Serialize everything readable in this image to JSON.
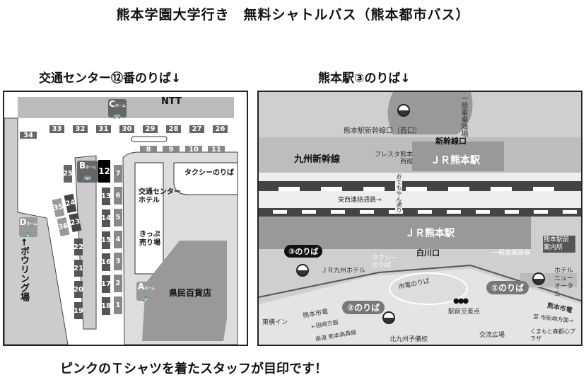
{
  "title": "熊本学園大学行き　無料シャトルバス（熊本都市バス）",
  "left_heading": "交通センター⑫番のりば↓",
  "right_heading": "熊本駅③のりば↓",
  "footer": "ピンクのＴシャツを着たスタッフが目印です！",
  "left_map": {
    "ntt": "NTT",
    "homes": {
      "a": "A",
      "b": "B",
      "c": "C",
      "d": "D",
      "suffix": "ホーム"
    },
    "stalls_top": [
      "33",
      "32",
      "31",
      "30",
      "29",
      "28",
      "27",
      "26"
    ],
    "stall_34": "34",
    "stalls_row2": [
      "8",
      "9",
      "10",
      "11"
    ],
    "stall_12": "12",
    "stall_25": "25",
    "col_right": [
      "7",
      "6",
      "5",
      "4",
      "3",
      "2",
      "1"
    ],
    "col_mid": [
      "13",
      "14",
      "15",
      "16",
      "17",
      "18"
    ],
    "col_left": [
      "22",
      "21",
      "20",
      "19"
    ],
    "diag": [
      "24",
      "23",
      "35",
      "36"
    ],
    "taxi": "タクシーのりば",
    "hotel": "交通センターホテル",
    "ticket": "きっぷ売り場",
    "bowling": "←ボウリング場",
    "dept_store": "県民百貨店",
    "highlight_color": "#000000"
  },
  "right_map": {
    "shinkansen_exit_west": "熊本駅新幹線口（西口）",
    "ippan_top": "一般車乗降場",
    "shinkansen_exit": "新幹線口",
    "kyushu_shinkansen": "九州新幹線",
    "fresta": "フレスタ熊本西館",
    "jr_station": "ＪＲ熊本駅",
    "otemoyan": "おてもやん通り",
    "tozai": "東西連絡通路→",
    "jr_station_2": "ＪＲ熊本駅",
    "info_center": "熊本駅前案内所",
    "stop3": "③のりば",
    "shirakawa": "白川口",
    "ippan": "一般車乗降場",
    "taxi": "タクシーのりば",
    "jr_hotel": "ＪＲ九州ホテル",
    "hotel_new_otani": "ホテルニューオータニ",
    "shiden_noriba": "市電のりば",
    "stop1": "①のりば",
    "stop2": "②のりば",
    "ekimae": "駅前交差点",
    "toyoko": "東横イン",
    "kumamoto_shiden": "熊本市電",
    "to_tasaki": "←田崎方面",
    "kendo": "県道 熊本高森線",
    "to_city": "至 市街地方面→",
    "kita_yobiko": "北九州予備校",
    "koryu": "交流広場",
    "plaza": "くまもと森都心プラザ",
    "shiden_right": "熊本市電"
  }
}
